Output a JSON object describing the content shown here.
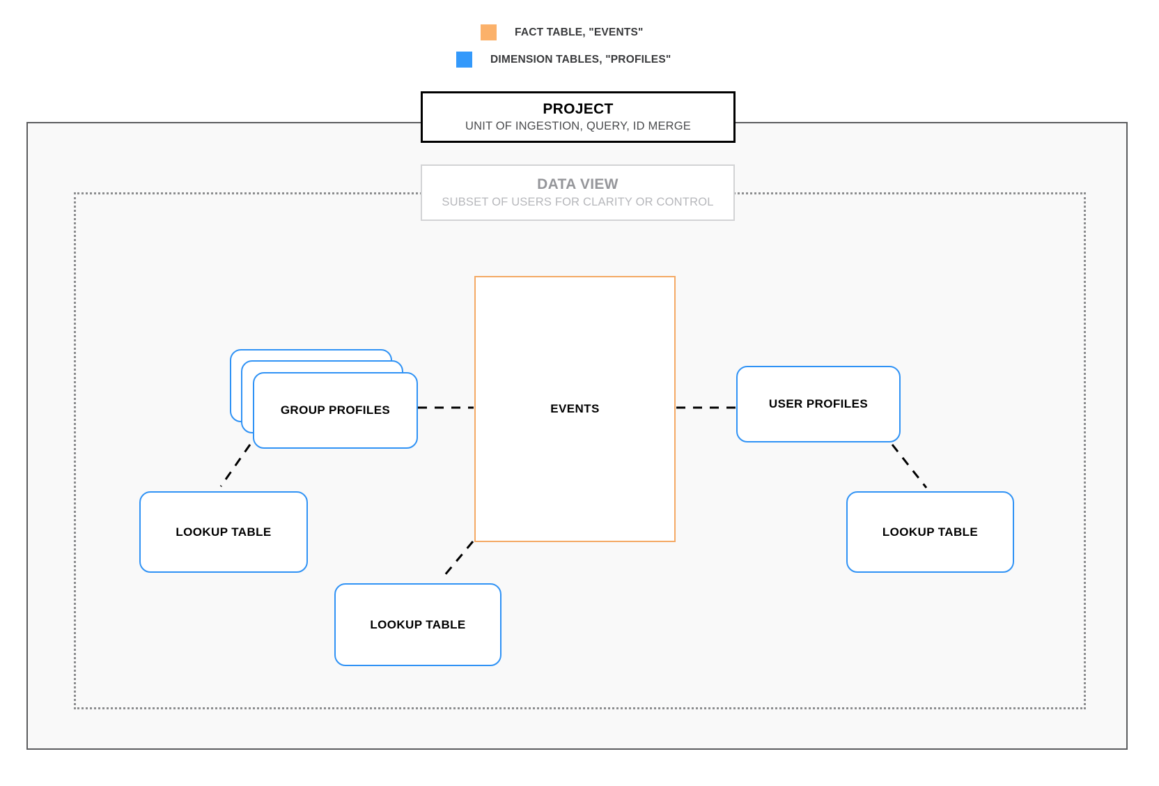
{
  "legend": {
    "items": [
      {
        "label": "FACT TABLE, \"EVENTS\"",
        "color": "#fbb16a",
        "icon": "square-swatch-icon"
      },
      {
        "label": "DIMENSION TABLES, \"PROFILES\"",
        "color": "#3399fb",
        "icon": "square-swatch-icon"
      }
    ]
  },
  "project": {
    "title": "PROJECT",
    "subtitle": "UNIT OF INGESTION, QUERY, ID MERGE"
  },
  "data_view": {
    "title": "DATA VIEW",
    "subtitle": "SUBSET OF USERS FOR CLARITY OR CONTROL"
  },
  "diagram": {
    "fact_table": {
      "label": "EVENTS",
      "color": "#f4a964"
    },
    "group_profiles": {
      "label": "GROUP PROFILES",
      "color": "#2f92f5",
      "stack_count": 3
    },
    "user_profiles": {
      "label": "USER PROFILES",
      "color": "#2f92f5"
    },
    "lookup_left": {
      "label": "LOOKUP TABLE",
      "color": "#2f92f5"
    },
    "lookup_bottom": {
      "label": "LOOKUP TABLE",
      "color": "#2f92f5"
    },
    "lookup_right": {
      "label": "LOOKUP TABLE",
      "color": "#2f92f5"
    }
  },
  "colors": {
    "fact_accent": "#f4a964",
    "dimension_accent": "#2f92f5",
    "frame_stroke": "#5b5c5e",
    "dotted_stroke": "#8b8c8e",
    "canvas_fill": "#f9f9f9",
    "muted_text": "#95969a"
  }
}
